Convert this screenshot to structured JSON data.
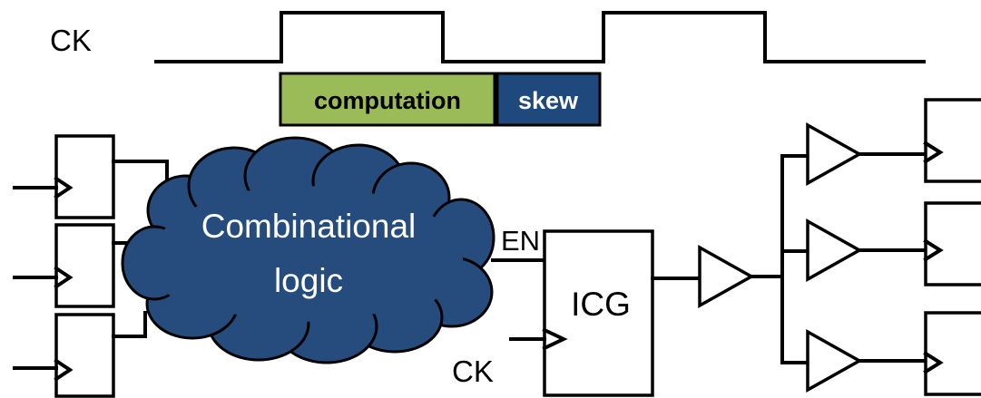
{
  "labels": {
    "clock_top": "CK",
    "clock_icg": "CK",
    "enable": "EN",
    "cloud_line1": "Combinational",
    "cloud_line2": "logic",
    "icg": "ICG"
  },
  "timing": {
    "computation": "computation",
    "skew": "skew"
  },
  "colors": {
    "cloud_fill": "#254c7d",
    "cloud_text": "#ffffff",
    "computation_fill": "#9bbb59",
    "skew_fill": "#1f497d",
    "skew_text": "#ffffff",
    "line": "#000000"
  }
}
